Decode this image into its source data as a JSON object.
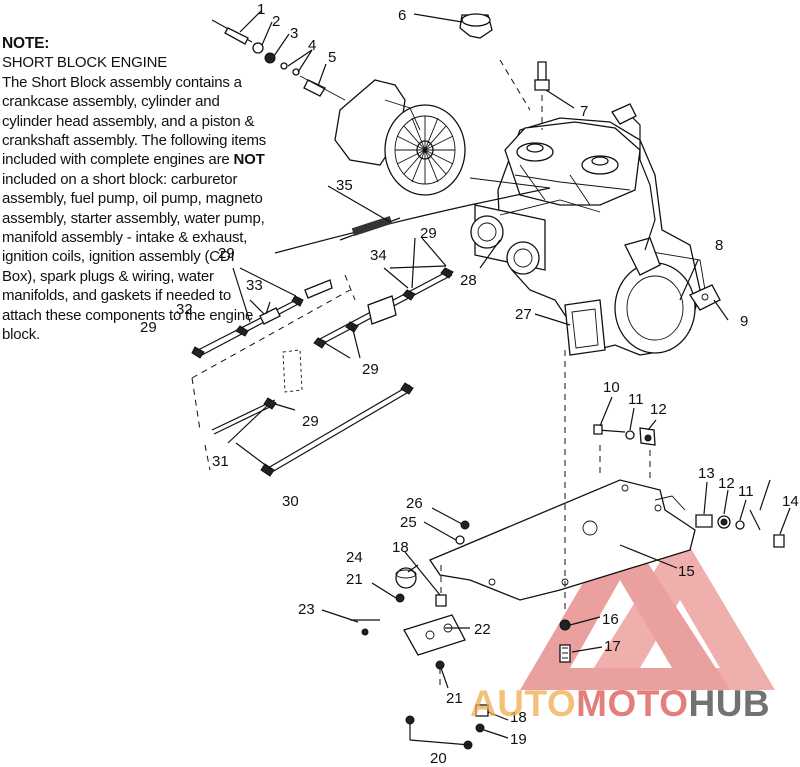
{
  "note": {
    "title": "NOTE:",
    "subtitle": "SHORT BLOCK ENGINE",
    "body_pre": "The Short Block assembly contains a crankcase assembly, cylinder and cylinder head assembly, and a piston & crankshaft assembly. The following items included with complete engines are ",
    "body_bold": "NOT",
    "body_post": " included on a short block: carburetor assembly, fuel pump, oil pump, magneto assembly, starter assembly, water pump, manifold assembly - intake & exhaust, ignition coils, ignition assembly (CDI Box), spark plugs & wiring, water manifolds, and gaskets if needed to attach these components to the engine block."
  },
  "callouts": {
    "c1": "1",
    "c2": "2",
    "c3": "3",
    "c4": "4",
    "c5": "5",
    "c6": "6",
    "c7": "7",
    "c8": "8",
    "c9": "9",
    "c10": "10",
    "c11a": "11",
    "c11b": "11",
    "c12a": "12",
    "c12b": "12",
    "c13": "13",
    "c14": "14",
    "c15": "15",
    "c16": "16",
    "c17": "17",
    "c18a": "18",
    "c18b": "18",
    "c19": "19",
    "c20": "20",
    "c21a": "21",
    "c21b": "21",
    "c22": "22",
    "c23": "23",
    "c24": "24",
    "c25": "25",
    "c26": "26",
    "c27": "27",
    "c28": "28",
    "c29a": "29",
    "c29b": "29",
    "c29c": "29",
    "c29d": "29",
    "c29e": "29",
    "c30": "30",
    "c31": "31",
    "c32": "32",
    "c33": "33",
    "c34": "34",
    "c35": "35"
  },
  "watermark": {
    "part1": "AUTO",
    "part2": "MOTO",
    "part3": "HUB",
    "color_red": "#d9534f",
    "color_orange": "#f0ad4e",
    "color_dark": "#444444"
  }
}
